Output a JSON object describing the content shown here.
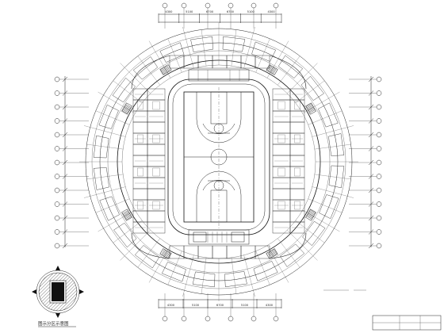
{
  "drawing": {
    "title_block": {
      "cells": [
        "",
        "",
        "",
        ""
      ]
    },
    "key_plan": {
      "label": "",
      "caption": "图示分区示意图"
    },
    "court": {
      "type": "basketball"
    },
    "dimension_chains": {
      "top": [
        "4300",
        "5100",
        "6700",
        "6700",
        "5100",
        "4300"
      ],
      "bottom": [
        "4300",
        "5100",
        "6700",
        "5100",
        "4300"
      ]
    }
  }
}
